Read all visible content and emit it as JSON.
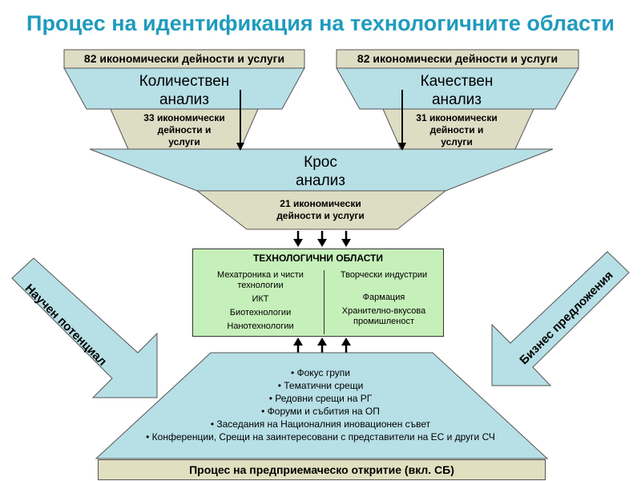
{
  "title": "Процес на идентификация на технологичните области",
  "left_funnel": {
    "header": "82 икономически дейности и услуги",
    "analysis_line1": "Количествен",
    "analysis_line2": "анализ",
    "result_line1": "33 икономически",
    "result_line2": "дейности и",
    "result_line3": "услуги"
  },
  "right_funnel": {
    "header": "82 икономически дейности и услуги",
    "analysis_line1": "Качествен",
    "analysis_line2": "анализ",
    "result_line1": "31 икономически",
    "result_line2": "дейности и",
    "result_line3": "услуги"
  },
  "cross": {
    "line1": "Крос",
    "line2": "анализ",
    "result_line1": "21 икономически",
    "result_line2": "дейности и услуги"
  },
  "tech_areas": {
    "title": "ТЕХНОЛОГИЧНИ ОБЛАСТИ",
    "left": [
      "Мехатроника и чисти технологии",
      "ИКТ",
      "Биотехнологии",
      "Нанотехнологии"
    ],
    "right": [
      "Творчески индустрии",
      "Фармация",
      "Хранително-вкусова промишленост"
    ]
  },
  "side_arrows": {
    "left": "Научен потенциал",
    "right": "Бизнес предложения"
  },
  "activities": [
    "• Фокус групи",
    "• Тематични срещи",
    "• Редовни срещи на РГ",
    "• Форуми и събития на ОП",
    "• Заседания на Националния иновационен съвет",
    "• Конференции, Срещи на заинтересовани с представители на ЕС и други СЧ"
  ],
  "bottom": "Процес на предприемаческо откритие (вкл. СБ)",
  "colors": {
    "title": "#1f9bbd",
    "funnel_top": "#b7dfe6",
    "funnel_bottom": "#ddddc4",
    "header_box": "#ddddc4",
    "tech_box": "#c6f0b9",
    "side_arrow": "#b7dfe6"
  }
}
